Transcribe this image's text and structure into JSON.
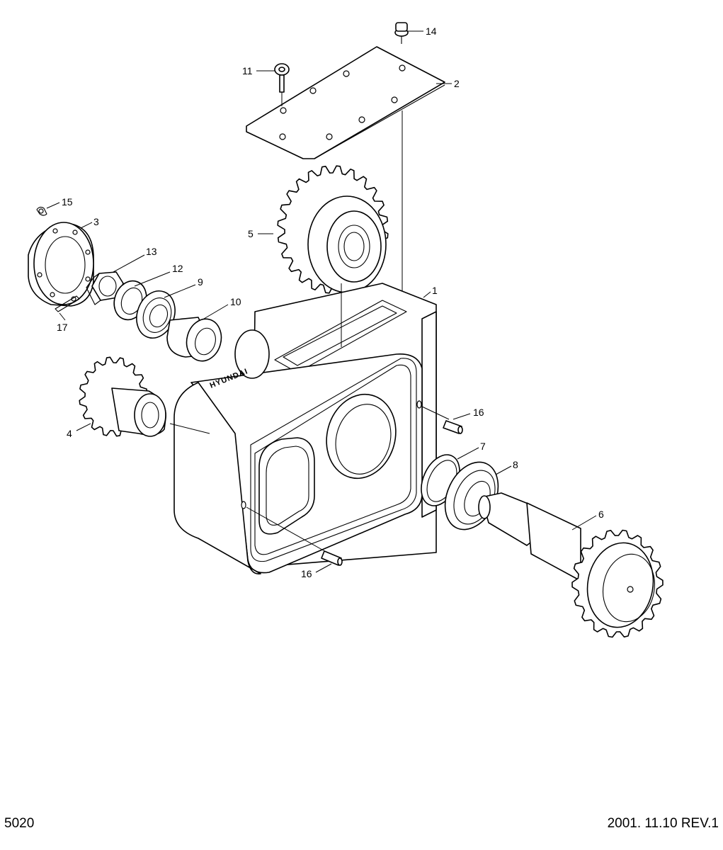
{
  "page_number": "5020",
  "revision_note": "2001. 11.10  REV.1",
  "housing_marking": "HYUNDAI",
  "callouts": [
    "1",
    "2",
    "3",
    "4",
    "5",
    "6",
    "7",
    "8",
    "9",
    "10",
    "11",
    "12",
    "13",
    "14",
    "15",
    "16",
    "16",
    "17"
  ]
}
